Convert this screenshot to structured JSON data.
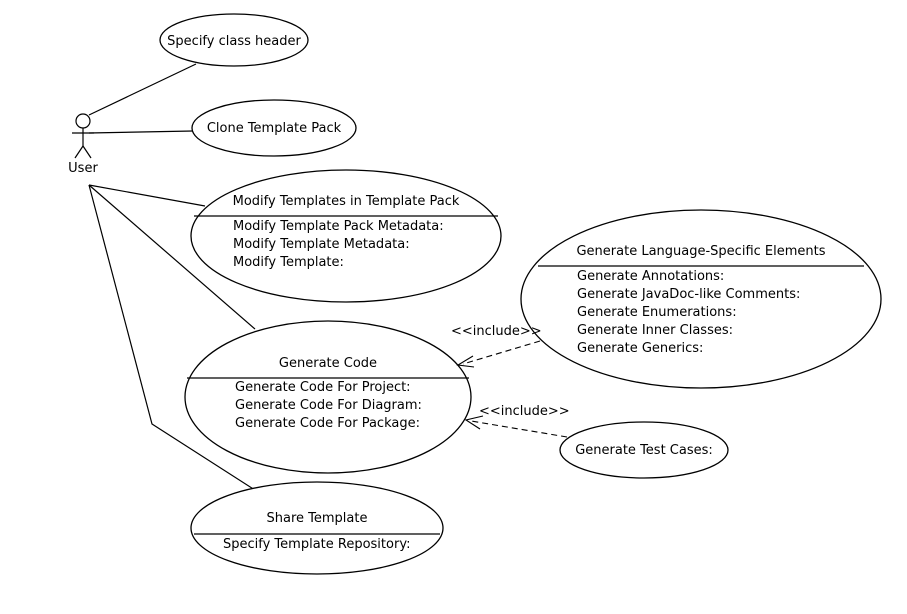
{
  "actor": {
    "name": "User"
  },
  "use_cases": {
    "specify_class_header": {
      "title": "Specify class header"
    },
    "clone_template_pack": {
      "title": "Clone Template Pack"
    },
    "modify_templates": {
      "title": "Modify Templates in Template Pack",
      "extension_points": [
        "Modify Template Pack Metadata:",
        "Modify Template Metadata:",
        "Modify Template:"
      ]
    },
    "generate_language_specific": {
      "title": "Generate Language-Specific Elements",
      "extension_points": [
        "Generate Annotations:",
        "Generate JavaDoc-like Comments:",
        "Generate Enumerations:",
        "Generate Inner Classes:",
        "Generate Generics:"
      ]
    },
    "generate_code": {
      "title": "Generate Code",
      "extension_points": [
        "Generate Code For Project:",
        "Generate Code For Diagram:",
        "Generate Code For Package:"
      ]
    },
    "generate_test_cases": {
      "title": "Generate Test Cases:"
    },
    "share_template": {
      "title": "Share Template",
      "extension_points": [
        "Specify Template Repository:"
      ]
    }
  },
  "relationships": {
    "include_language": "<<include>>",
    "include_tests": "<<include>>"
  }
}
